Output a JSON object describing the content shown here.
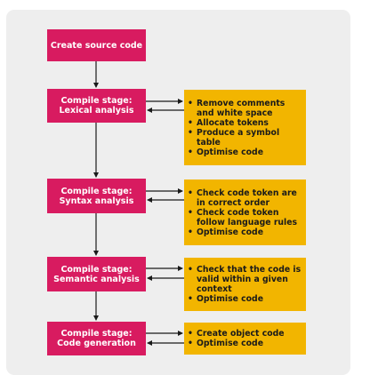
{
  "flowchart": {
    "start": {
      "label": "Create source code"
    },
    "stages": [
      {
        "line1": "Compile stage:",
        "line2": "Lexical analysis",
        "notes": [
          "Remove comments and white space",
          "Allocate tokens",
          "Produce a symbol table",
          "Optimise code"
        ]
      },
      {
        "line1": "Compile stage:",
        "line2": "Syntax analysis",
        "notes": [
          "Check code token are in correct order",
          "Check code token follow language rules",
          "Optimise code"
        ]
      },
      {
        "line1": "Compile stage:",
        "line2": "Semantic analysis",
        "notes": [
          "Check that the code is valid within a given context",
          "Optimise code"
        ]
      },
      {
        "line1": "Compile stage:",
        "line2": "Code generation",
        "notes": [
          "Create object code",
          "Optimise code"
        ]
      }
    ]
  },
  "colors": {
    "stage": "#d81b60",
    "note": "#f2b500",
    "panel": "#eeeeee",
    "arrow": "#1a1a1a"
  }
}
